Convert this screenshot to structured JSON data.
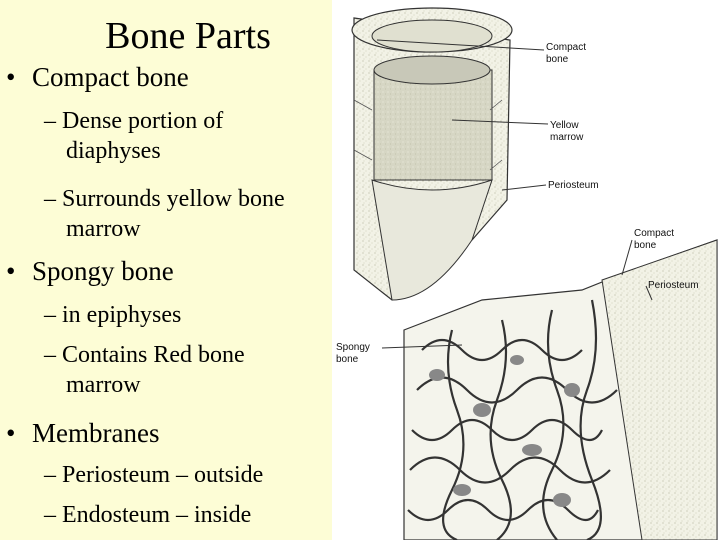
{
  "slide": {
    "title": "Bone Parts",
    "bullets": [
      {
        "label": "Compact bone",
        "subs": [
          {
            "line1": "– Dense portion of",
            "line2": "diaphyses"
          },
          {
            "line1": "– Surrounds yellow bone",
            "line2": "marrow"
          }
        ]
      },
      {
        "label": "Spongy bone",
        "subs": [
          {
            "line1": "– in epiphyses",
            "line2": ""
          },
          {
            "line1": "– Contains Red bone",
            "line2": "marrow"
          }
        ]
      },
      {
        "label": "Membranes",
        "subs": [
          {
            "line1": "– Periosteum – outside",
            "line2": ""
          },
          {
            "line1": "– Endosteum – inside",
            "line2": ""
          }
        ]
      }
    ]
  },
  "figure": {
    "labels": {
      "compact_bone_top_1": "Compact",
      "compact_bone_top_2": "bone",
      "yellow_marrow_1": "Yellow",
      "yellow_marrow_2": "marrow",
      "periosteum_top": "Periosteum",
      "compact_bone_bottom_1": "Compact",
      "compact_bone_bottom_2": "bone",
      "periosteum_bottom": "Periosteum",
      "spongy_bone_1": "Spongy",
      "spongy_bone_2": "bone"
    }
  },
  "colors": {
    "background": "#fdfdd6",
    "figure_background": "#ffffff",
    "text": "#000000"
  }
}
